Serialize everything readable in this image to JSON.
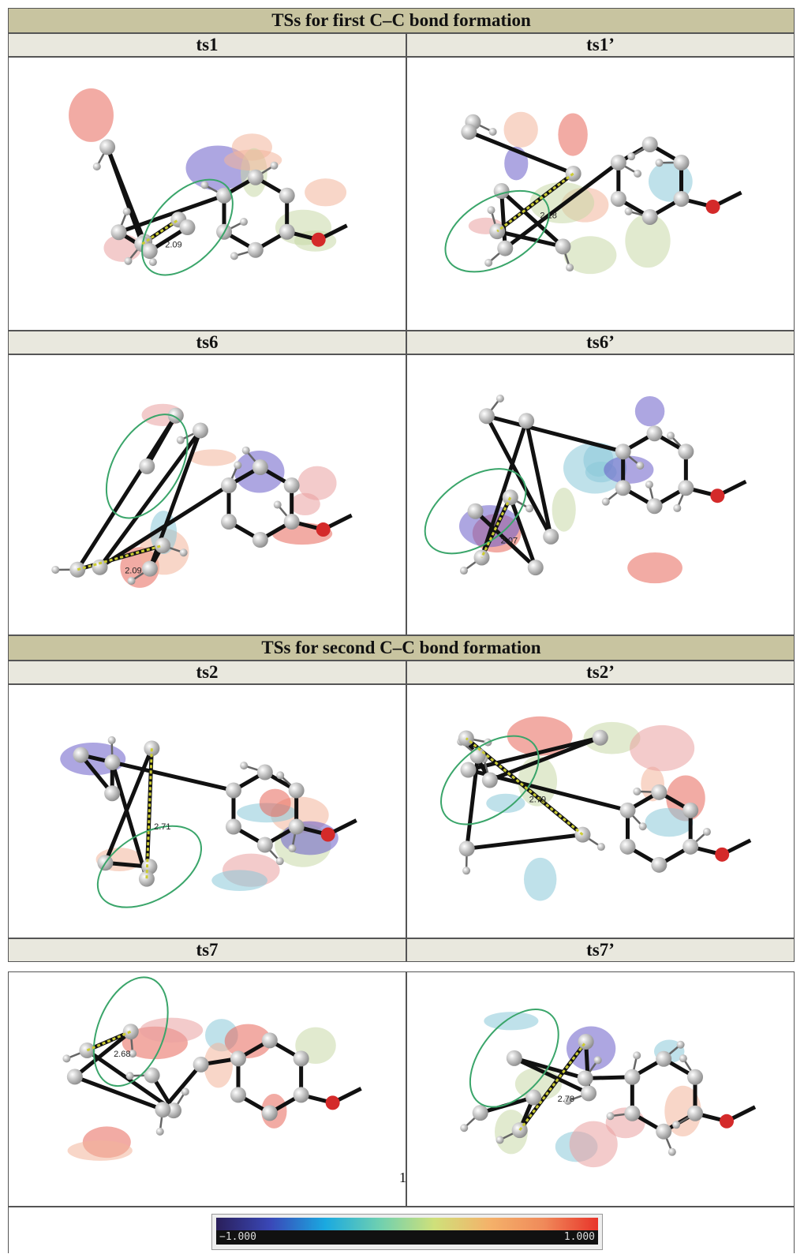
{
  "sections": {
    "first": "TSs for first C–C bond formation",
    "second": "TSs for second C–C bond formation"
  },
  "panels": [
    {
      "label": "ts1",
      "distance": "2.09"
    },
    {
      "label": "ts1’",
      "distance": "2.18"
    },
    {
      "label": "ts6",
      "distance": "2.09"
    },
    {
      "label": "ts6’",
      "distance": "2.07"
    },
    {
      "label": "ts2",
      "distance": "2.71"
    },
    {
      "label": "ts2’",
      "distance": "2.79"
    },
    {
      "label": "ts7",
      "distance": "2.68"
    },
    {
      "label": "ts7’",
      "distance": "2.78"
    }
  ],
  "page_number": "1",
  "colorbar": {
    "min": "−1.000",
    "max": "1.000"
  },
  "colors": {
    "band": "#c8c4a0",
    "label": "#e9e8de",
    "ring": "#3aa56a",
    "oxygen": "#d42a2a"
  }
}
